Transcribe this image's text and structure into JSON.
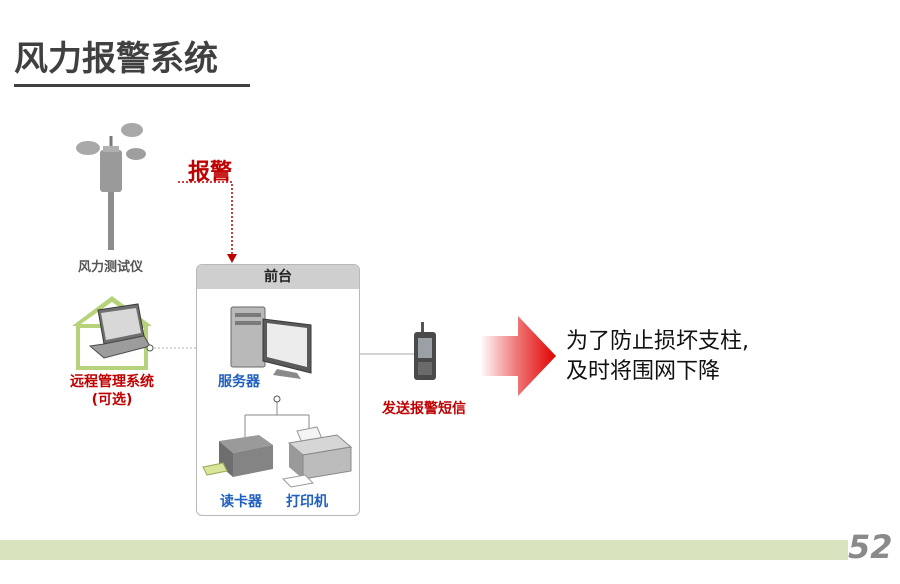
{
  "title": "风力报警系统",
  "alarm_label": "报警",
  "nodes": {
    "anemometer": "风力测试仪",
    "remote_system_line1": "远程管理系统",
    "remote_system_line2": "(可选)",
    "front_desk": "前台",
    "server": "服务器",
    "card_reader": "读卡器",
    "printer": "打印机",
    "sms": "发送报警短信"
  },
  "message": {
    "line1": "为了防止损坏支柱,",
    "line2": "及时将围网下降"
  },
  "page_number": "52",
  "colors": {
    "alarm_red": "#c00000",
    "label_blue": "#1f5fbf",
    "footer_green": "#d7e4bd",
    "house_green": "#b6d27a"
  }
}
